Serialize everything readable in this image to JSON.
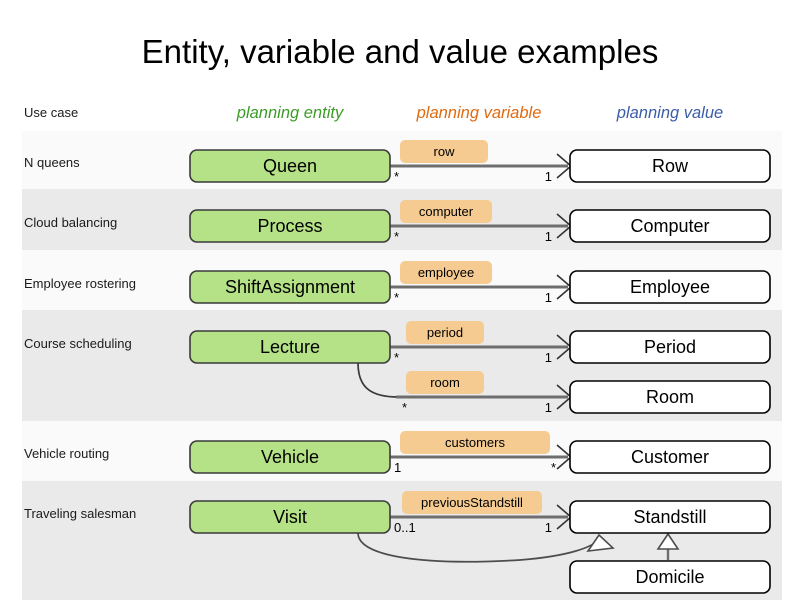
{
  "title": "Entity, variable and value examples",
  "colors": {
    "entity_fill": "#b5e287",
    "entity_stroke": "#3a3a3a",
    "variable_fill": "#f5cb92",
    "value_fill": "#ffffff",
    "value_stroke": "#000000",
    "band_odd": "#fafafa",
    "band_even": "#eaeaea",
    "connector": "#6e6e6e",
    "inherit_line": "#4d4d4d",
    "header_entity": "#3c9c28",
    "header_variable": "#e06a10",
    "header_value": "#3b5ca8",
    "usecase_text": "#1a1a1a"
  },
  "headers": {
    "usecase": "Use case",
    "entity": "planning entity",
    "variable": "planning variable",
    "value": "planning value"
  },
  "rows": [
    {
      "usecase": "N queens",
      "entity": "Queen",
      "links": [
        {
          "variable": "row",
          "value": "Row",
          "source_mult": "*",
          "target_mult": "1"
        }
      ]
    },
    {
      "usecase": "Cloud balancing",
      "entity": "Process",
      "links": [
        {
          "variable": "computer",
          "value": "Computer",
          "source_mult": "*",
          "target_mult": "1"
        }
      ]
    },
    {
      "usecase": "Employee rostering",
      "entity": "ShiftAssignment",
      "links": [
        {
          "variable": "employee",
          "value": "Employee",
          "source_mult": "*",
          "target_mult": "1"
        }
      ]
    },
    {
      "usecase": "Course scheduling",
      "entity": "Lecture",
      "links": [
        {
          "variable": "period",
          "value": "Period",
          "source_mult": "*",
          "target_mult": "1"
        },
        {
          "variable": "room",
          "value": "Room",
          "source_mult": "*",
          "target_mult": "1"
        }
      ]
    },
    {
      "usecase": "Vehicle routing",
      "entity": "Vehicle",
      "links": [
        {
          "variable": "customers",
          "value": "Customer",
          "source_mult": "1",
          "target_mult": "*"
        }
      ]
    },
    {
      "usecase": "Traveling salesman",
      "entity": "Visit",
      "links": [
        {
          "variable": "previousStandstill",
          "value": "Standstill",
          "source_mult": "0..1",
          "target_mult": "1"
        }
      ],
      "subclass_value": "Domicile",
      "inheritance": [
        {
          "child": "Visit",
          "parent": "Standstill"
        },
        {
          "child": "Domicile",
          "parent": "Standstill"
        }
      ]
    }
  ]
}
